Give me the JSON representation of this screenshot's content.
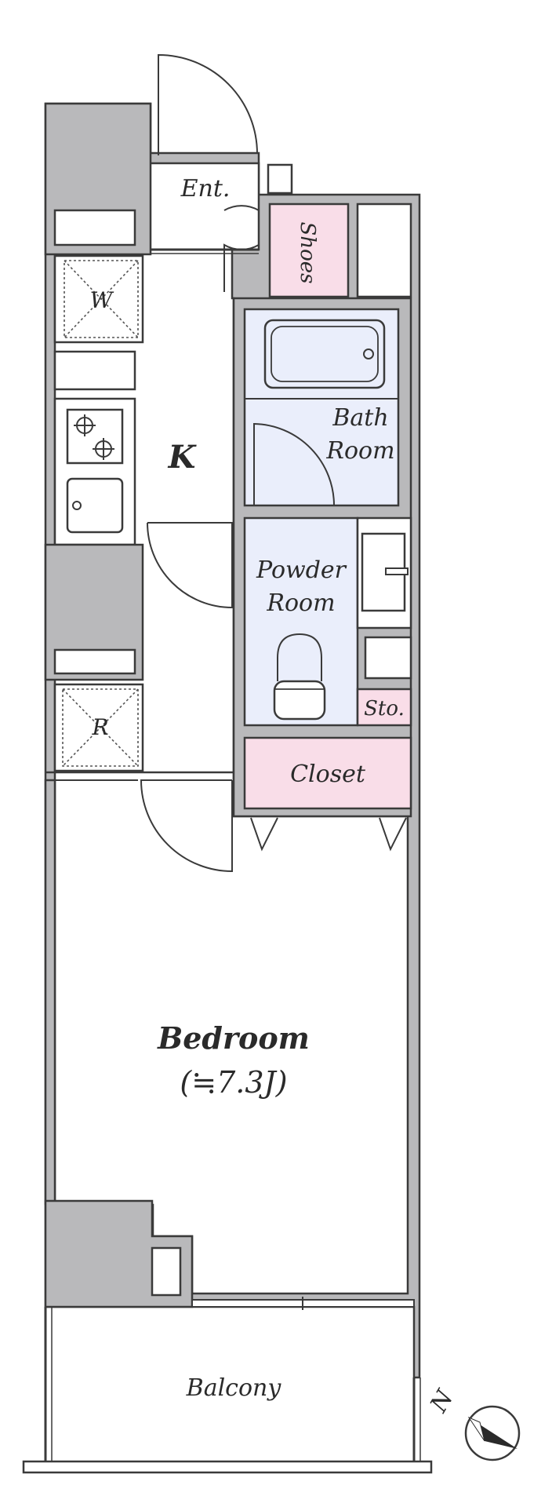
{
  "rooms": {
    "entrance": "Ent.",
    "shoes": "Shoes",
    "washer": "W",
    "kitchen": "K",
    "bath_line1": "Bath",
    "bath_line2": "Room",
    "powder_line1": "Powder",
    "powder_line2": "Room",
    "refrigerator": "R",
    "storage": "Sto.",
    "closet": "Closet",
    "bedroom": "Bedroom",
    "bedroom_size": "(≒7.3J)",
    "balcony": "Balcony"
  },
  "compass": {
    "north_label": "N"
  },
  "colors": {
    "wall": "#b9b9bb",
    "closet_fill": "#f9dde8",
    "wet_area_fill": "#eaeefb",
    "outline": "#3a3a3a"
  }
}
